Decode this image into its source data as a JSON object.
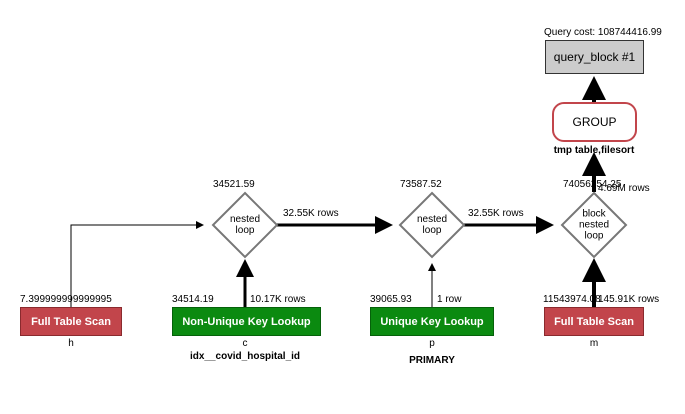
{
  "query_cost": "Query cost: 108744416.99",
  "query_block": "query_block #1",
  "group": {
    "label": "GROUP",
    "extra": "tmp table,filesort"
  },
  "nested_loops": [
    {
      "cost": "34521.59",
      "text": "nested\nloop",
      "out_rows": "32.55K rows"
    },
    {
      "cost": "73587.52",
      "text": "nested\nloop",
      "out_rows": "32.55K rows"
    },
    {
      "cost": "74056254.25",
      "text": "block\nnested\nloop",
      "out_rows": "4.69M rows"
    }
  ],
  "tables": [
    {
      "cost": "7.399999999999995",
      "rows": "",
      "label": "Full Table Scan",
      "alias": "h",
      "key": "",
      "style": "red"
    },
    {
      "cost": "34514.19",
      "rows": "10.17K rows",
      "label": "Non-Unique Key Lookup",
      "alias": "c",
      "key": "idx__covid_hospital_id",
      "style": "green"
    },
    {
      "cost": "39065.93",
      "rows": "1 row",
      "label": "Unique Key Lookup",
      "alias": "p",
      "key": "PRIMARY",
      "style": "green"
    },
    {
      "cost": "11543974.08",
      "rows": "145.91K rows",
      "label": "Full Table Scan",
      "alias": "m",
      "key": "",
      "style": "red"
    }
  ],
  "colors": {
    "red": "#c2454b",
    "green": "#0b8a10",
    "grey": "#cccccc"
  }
}
